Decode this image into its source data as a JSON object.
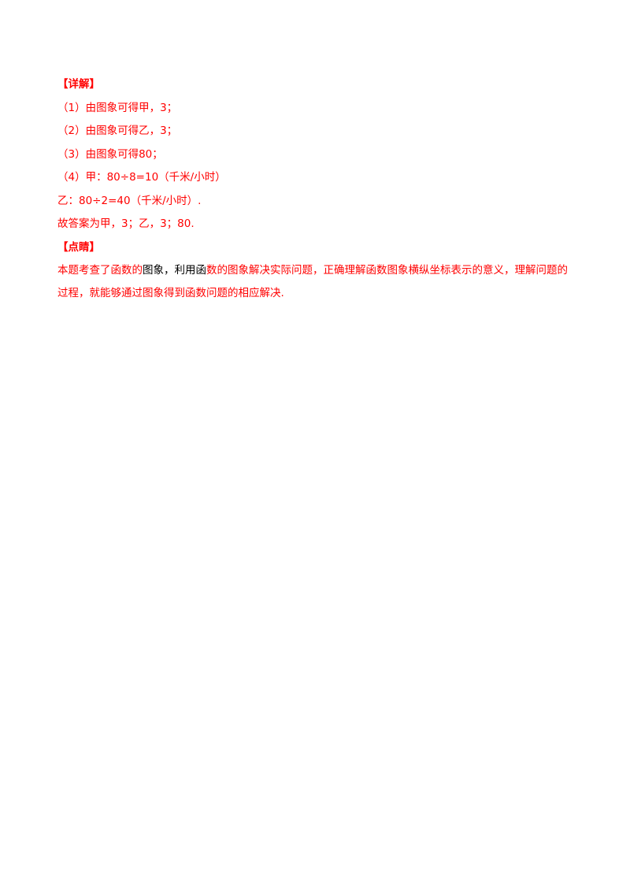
{
  "detail_heading": "【详解】",
  "steps": [
    "（1）由图象可得甲，3；",
    "（2）由图象可得乙，3；",
    "（3）由图象可得80；",
    "（4）甲：80÷8=10（千米/小时）",
    "乙：80÷2=40（千米/小时）.",
    "故答案为甲，3；乙，3；80."
  ],
  "comment_heading": "【点睛】",
  "comment_parts": [
    "本题考查了函数的",
    "图象，利用函",
    "数的图象解决实际问题，正确理解函数图象横纵坐标表示的意义，理解问题的过程，就能够通过图象得到函数问题的相应解决."
  ],
  "colors": {
    "text_red": "#ff0000",
    "text_black": "#000000",
    "background": "#ffffff"
  }
}
